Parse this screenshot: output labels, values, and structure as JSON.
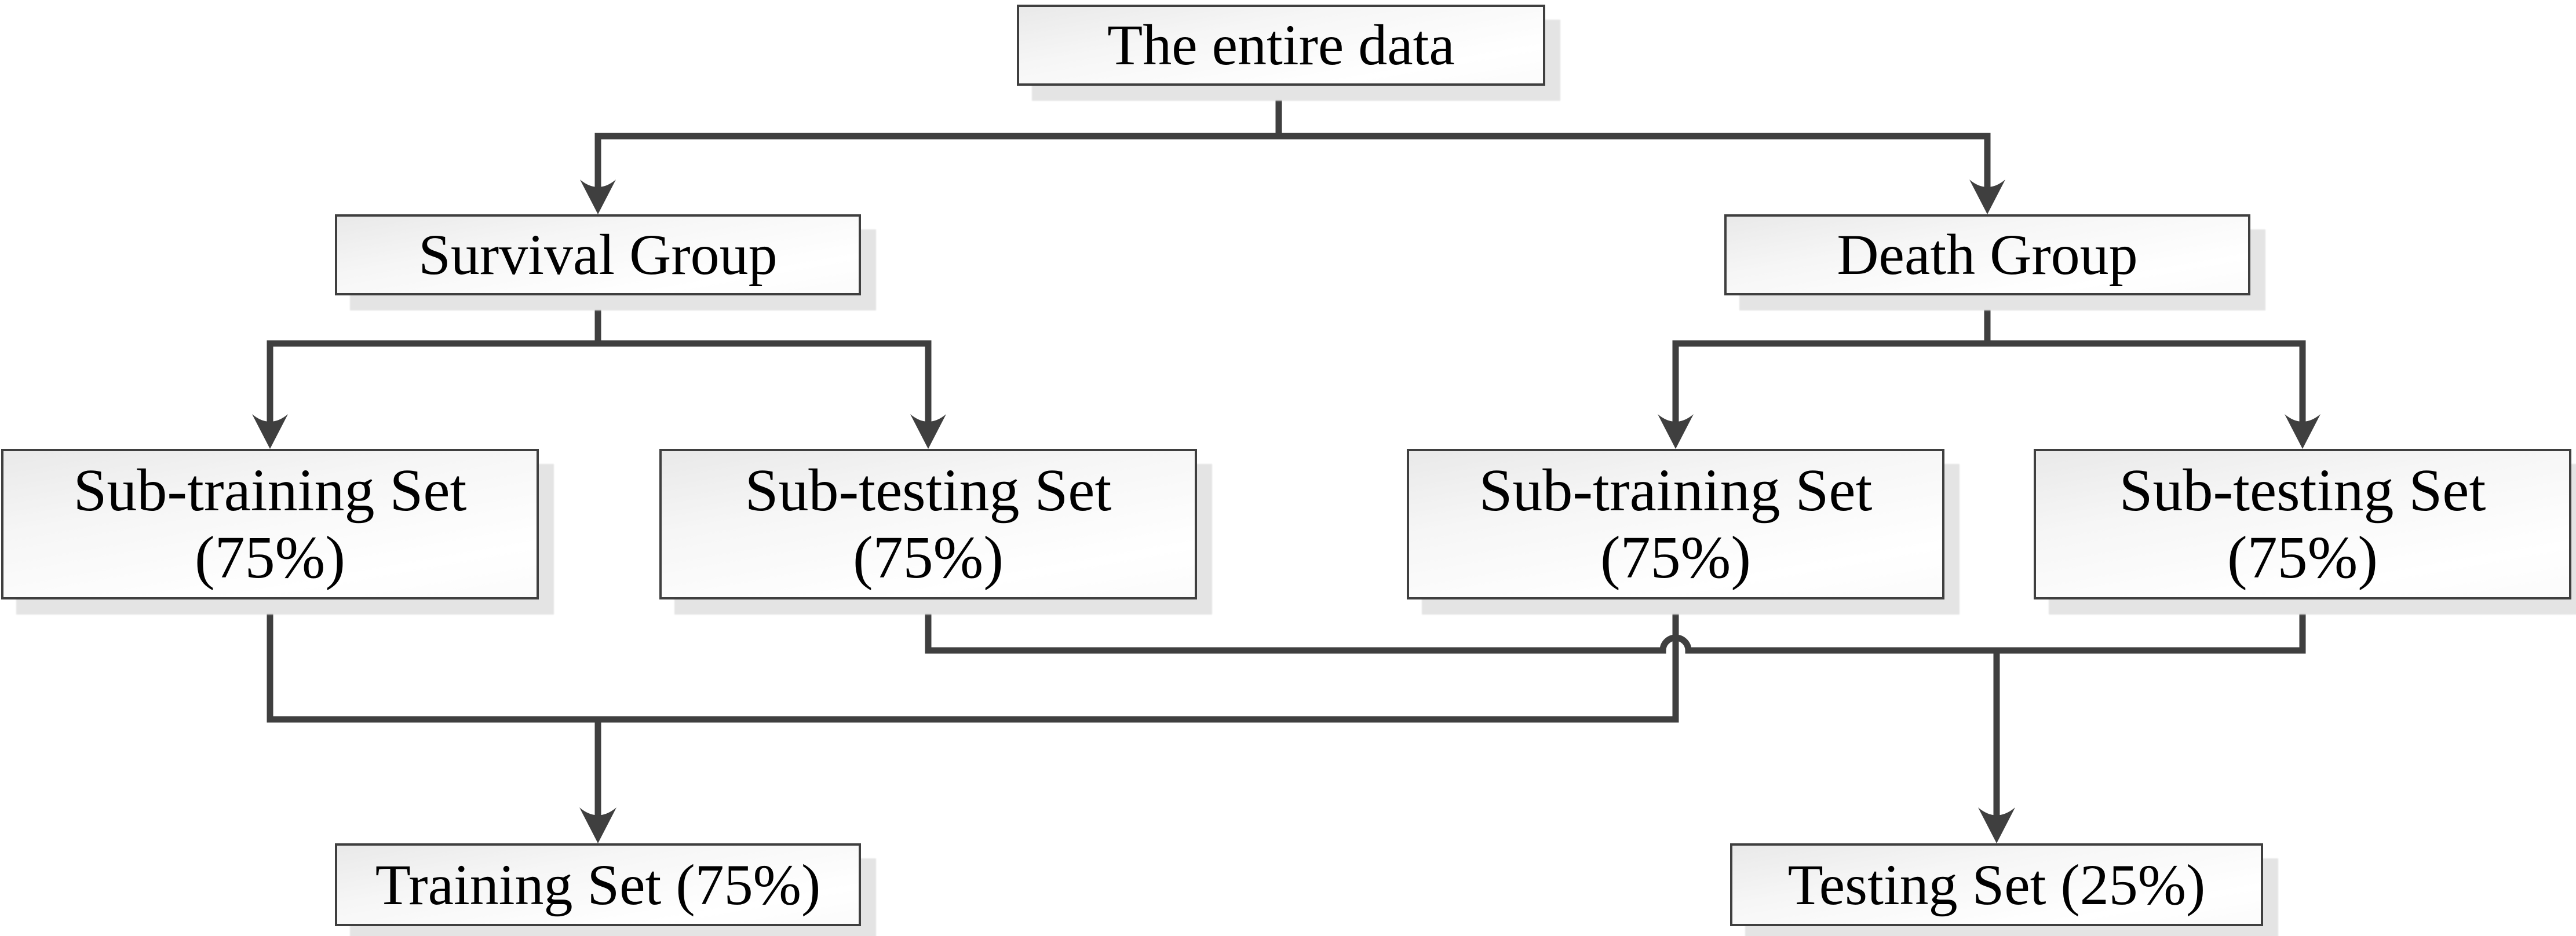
{
  "figure": {
    "type": "flowchart",
    "description": "Data splitting flowchart"
  },
  "nodes": {
    "entire_data": {
      "label": "The entire data"
    },
    "survival_group": {
      "label": "Survival Group"
    },
    "death_group": {
      "label": "Death Group"
    },
    "survival_sub_training": {
      "line1": "Sub-training Set",
      "line2": "(75%)"
    },
    "survival_sub_testing": {
      "line1": "Sub-testing Set",
      "line2": "(75%)"
    },
    "death_sub_training": {
      "line1": "Sub-training Set",
      "line2": "(75%)"
    },
    "death_sub_testing": {
      "line1": "Sub-testing Set",
      "line2": "(75%)"
    },
    "training_set": {
      "label": "Training Set (75%)"
    },
    "testing_set": {
      "label": "Testing Set (25%)"
    }
  },
  "edges": [
    {
      "from": "entire_data",
      "to": "survival_group"
    },
    {
      "from": "entire_data",
      "to": "death_group"
    },
    {
      "from": "survival_group",
      "to": "survival_sub_training"
    },
    {
      "from": "survival_group",
      "to": "survival_sub_testing"
    },
    {
      "from": "death_group",
      "to": "death_sub_training"
    },
    {
      "from": "death_group",
      "to": "death_sub_testing"
    },
    {
      "from": "survival_sub_training",
      "to": "training_set"
    },
    {
      "from": "death_sub_training",
      "to": "training_set"
    },
    {
      "from": "survival_sub_testing",
      "to": "testing_set"
    },
    {
      "from": "death_sub_testing",
      "to": "testing_set"
    }
  ],
  "colors": {
    "connector": "#3f3f3f",
    "box_border": "#3f3f3f",
    "box_fill_top": "#e9e9e9",
    "box_fill_bottom": "#ffffff",
    "shadow": "#e4e4e4",
    "text": "#000000",
    "background": "#ffffff"
  }
}
